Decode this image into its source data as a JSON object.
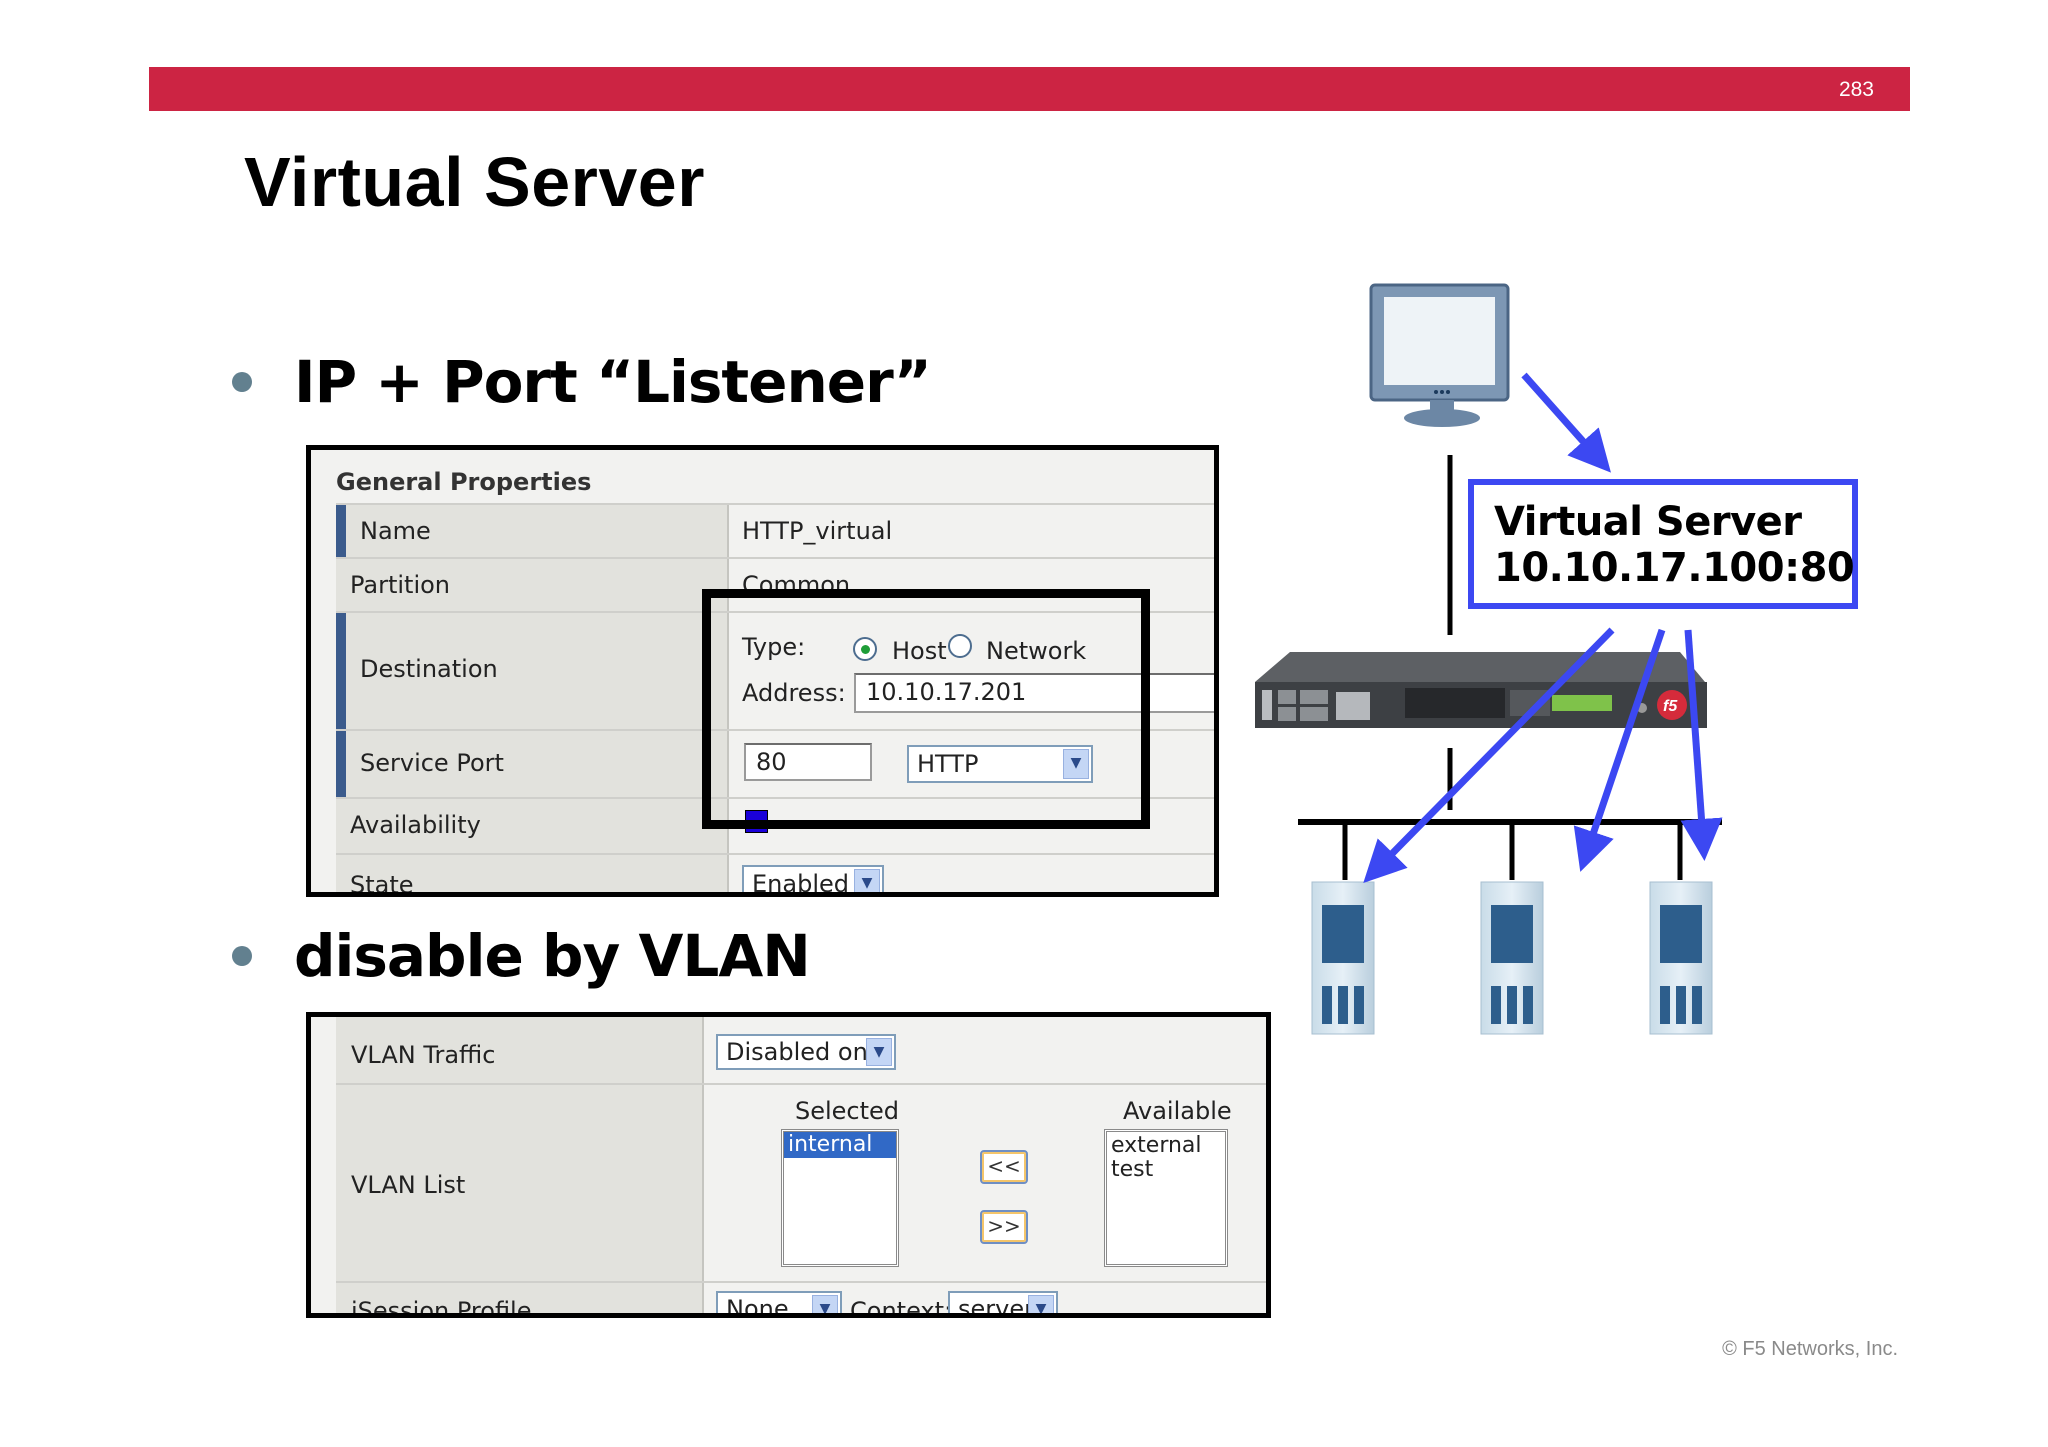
{
  "slide": {
    "page_number": "283",
    "title": "Virtual Server",
    "bullets": [
      "IP + Port “Listener”",
      "disable by VLAN"
    ],
    "copyright": "© F5 Networks, Inc.",
    "header_color": "#cc2443"
  },
  "general_properties": {
    "title": "General Properties",
    "name_label": "Name",
    "name_value": "HTTP_virtual",
    "partition_label": "Partition",
    "partition_value": "Common",
    "destination_label": "Destination",
    "type_label": "Type:",
    "type_options": [
      "Host",
      "Network"
    ],
    "type_selected": "Host",
    "address_label": "Address:",
    "address_value": "10.10.17.201",
    "service_port_label": "Service Port",
    "service_port_value": "80",
    "service_select_value": "HTTP",
    "availability_label": "Availability",
    "state_label": "State",
    "state_value": "Enabled"
  },
  "vlan": {
    "traffic_label": "VLAN Traffic",
    "traffic_value": "Disabled on...",
    "list_label": "VLAN List",
    "selected_header": "Selected",
    "available_header": "Available",
    "selected_items": [
      "internal"
    ],
    "available_items": [
      "external",
      "test"
    ],
    "move_left_label": "<<",
    "move_right_label": ">>",
    "isession_label": "iSession Profile",
    "isession_value": "None",
    "context_label": "Context:",
    "context_value": "server"
  },
  "diagram": {
    "vs_title": "Virtual Server",
    "vs_address": "10.10.17.100:80",
    "arrow_color": "#3c48f2",
    "icons": [
      "monitor-icon",
      "f5-appliance-icon",
      "server-icon"
    ]
  }
}
